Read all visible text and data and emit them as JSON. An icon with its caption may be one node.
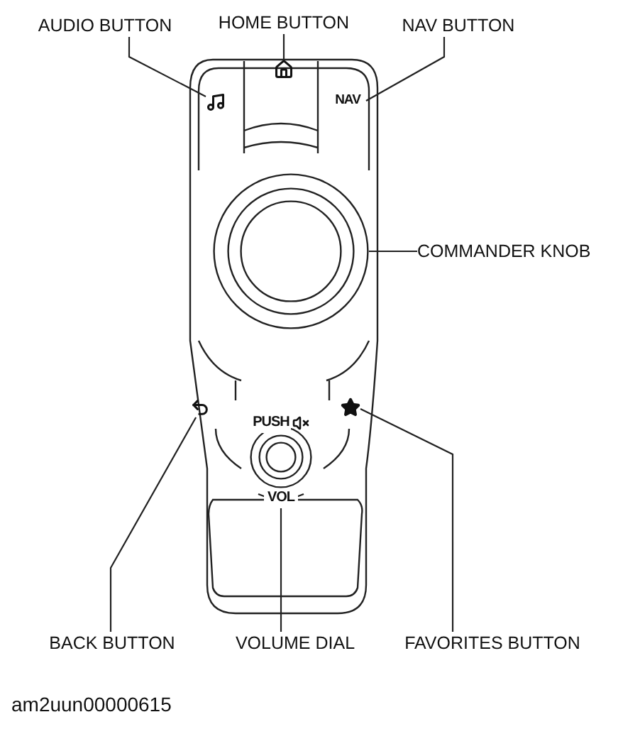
{
  "diagram": {
    "caption": "am2uun00000615",
    "nodes": [
      {
        "text": [
          "AUDIO BUTTON"
        ]
      },
      {
        "text": [
          "HOME BUTTON"
        ]
      },
      {
        "text": [
          "NAV BUTTON"
        ]
      },
      {
        "text": [
          "COMMANDER KNOB"
        ]
      },
      {
        "text": [
          "BACK BUTTON"
        ]
      },
      {
        "text": [
          "VOLUME DIAL"
        ]
      },
      {
        "text": [
          "FAVORITES BUTTON"
        ]
      },
      {
        "text": [],
        "shape": "icon"
      },
      {
        "text": [],
        "shape": "icon"
      },
      {
        "text": [
          "NAV"
        ]
      },
      {
        "text": [],
        "shape": "circle"
      },
      {
        "text": [],
        "shape": "icon"
      },
      {
        "text": [],
        "shape": "circle",
        "beside": [
          "PUSH",
          "VOL"
        ]
      },
      {
        "text": [],
        "shape": "icon"
      }
    ],
    "edges": [
      {
        "from": 0,
        "to": 7,
        "arrow": "none"
      },
      {
        "from": 1,
        "to": 8,
        "arrow": "none"
      },
      {
        "from": 2,
        "to": 9,
        "arrow": "none"
      },
      {
        "from": 3,
        "to": 10,
        "arrow": "none"
      },
      {
        "from": 4,
        "to": 11,
        "arrow": "none"
      },
      {
        "from": 5,
        "to": 12,
        "arrow": "none"
      },
      {
        "from": 6,
        "to": 13,
        "arrow": "none"
      }
    ]
  }
}
